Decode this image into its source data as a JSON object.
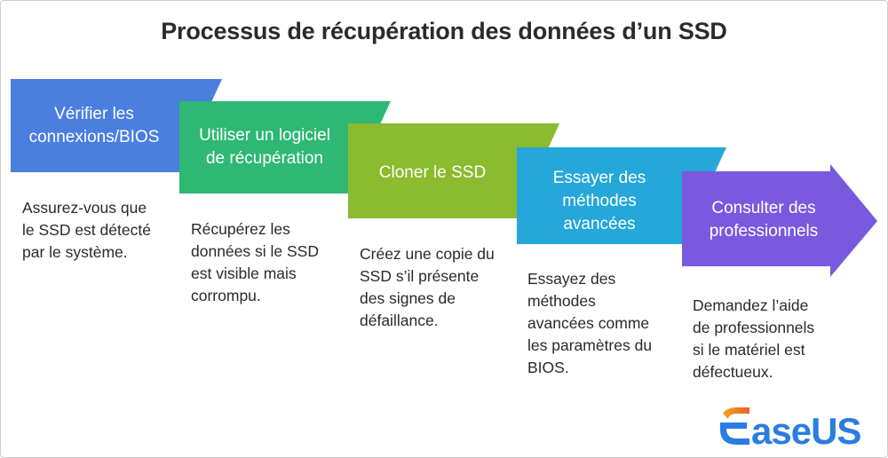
{
  "title": "Processus de récupération des données d’un SSD",
  "colors": {
    "step1": "#4a7fe0",
    "step2": "#2eb873",
    "step3": "#8bbb2e",
    "step4": "#25a7d9",
    "step5": "#7a59df",
    "fold_dark": "#2a2a2a"
  },
  "steps": [
    {
      "label_lines": [
        "Vérifier les",
        "connexions/BIOS"
      ],
      "desc_lines": [
        "Assurez-vous que",
        "le SSD est détecté",
        "par le système."
      ]
    },
    {
      "label_lines": [
        "Utiliser un logiciel",
        "de récupération"
      ],
      "desc_lines": [
        "Récupérez les",
        "données si le SSD",
        "est visible mais",
        "corrompu."
      ]
    },
    {
      "label_lines": [
        "Cloner le SSD"
      ],
      "desc_lines": [
        "Créez une copie du",
        "SSD s’il présente",
        "des signes de",
        "défaillance."
      ]
    },
    {
      "label_lines": [
        "Essayer des",
        "méthodes",
        "avancées"
      ],
      "desc_lines": [
        "Essayez des",
        "méthodes",
        "avancées comme",
        "les paramètres du",
        "BIOS."
      ]
    },
    {
      "label_lines": [
        "Consulter des",
        "professionnels"
      ],
      "desc_lines": [
        "Demandez l’aide",
        "de professionnels",
        "si le matériel est",
        "défectueux."
      ]
    }
  ],
  "logo": {
    "text": "EaseUS",
    "icon": "easeus-logo-icon",
    "colors": [
      "#f6a21b",
      "#e8602a",
      "#2a7de1"
    ]
  }
}
